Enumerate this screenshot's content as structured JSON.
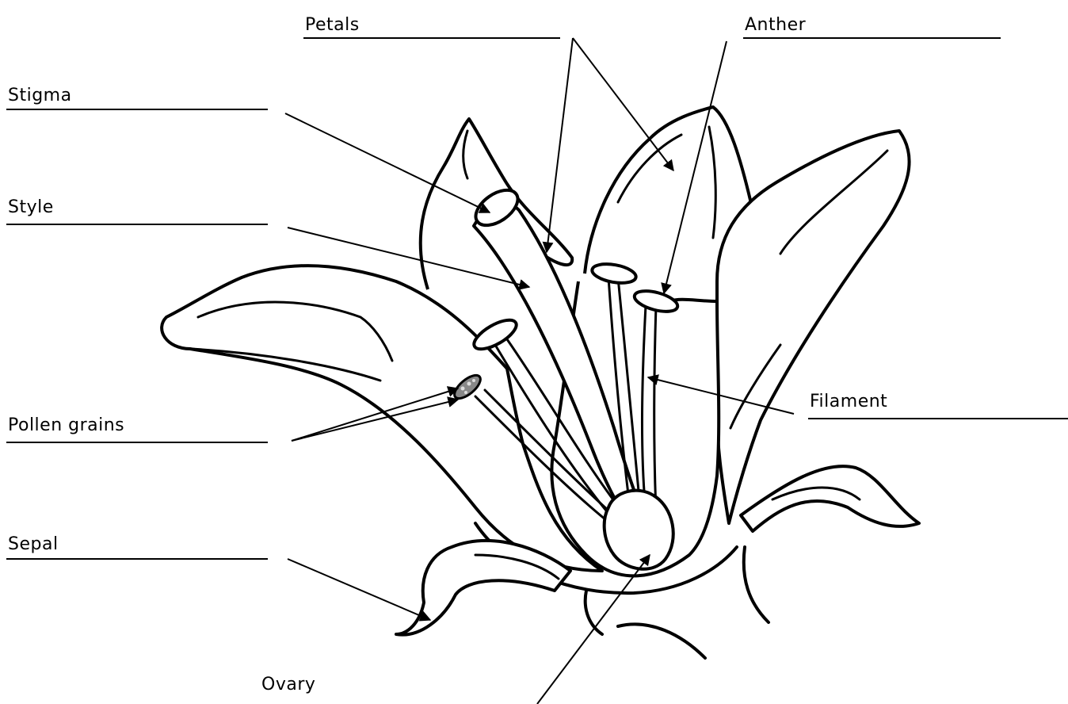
{
  "labels": {
    "petals": "Petals",
    "anther": "Anther",
    "stigma": "Stigma",
    "style": "Style",
    "pollen": "Pollen grains",
    "filament": "Filament",
    "sepal": "Sepal",
    "ovary": "Ovary"
  }
}
